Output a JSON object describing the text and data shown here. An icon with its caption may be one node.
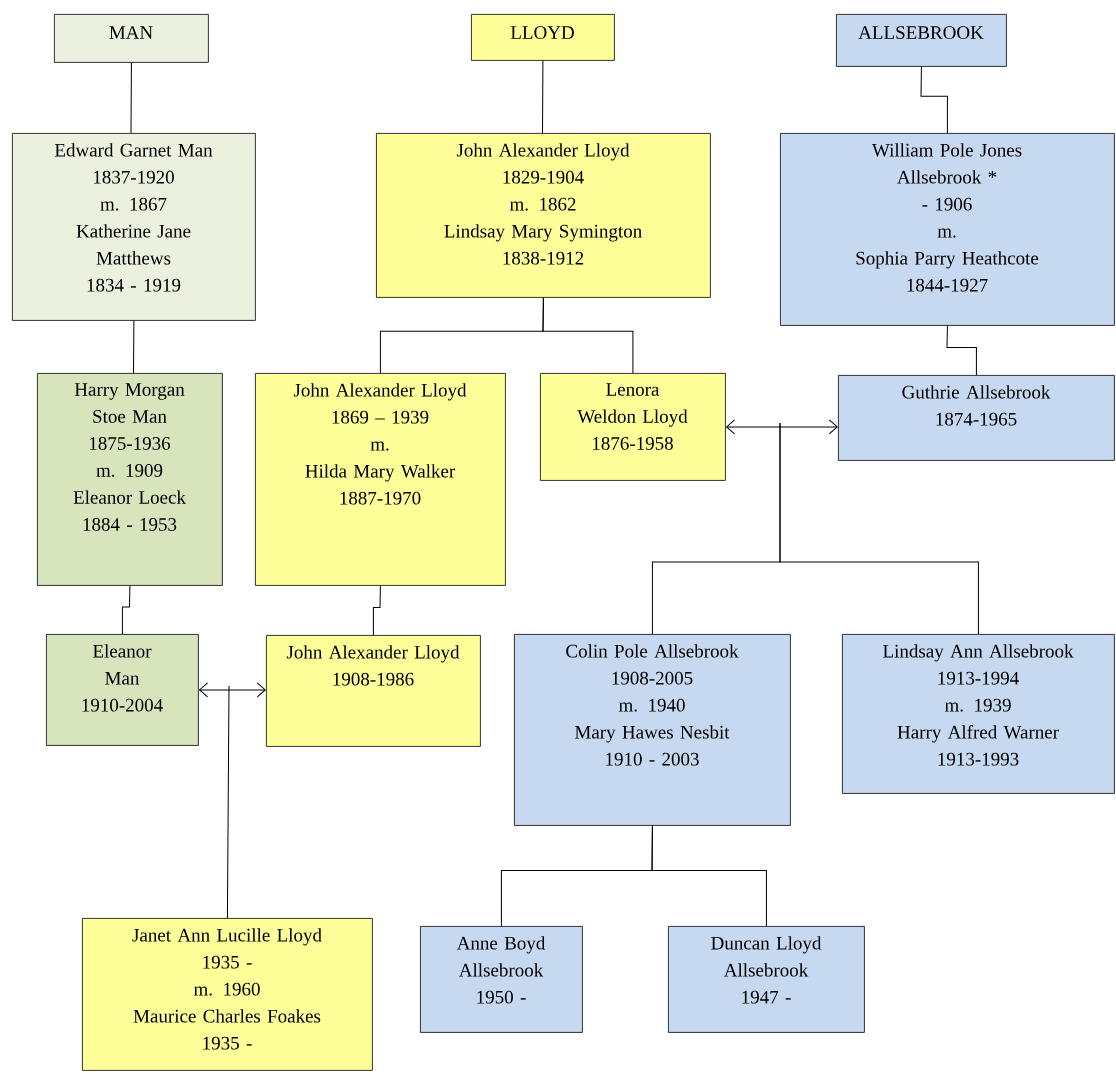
{
  "diagram": {
    "nodes": [
      {
        "text": [
          "MAN"
        ]
      },
      {
        "text": [
          "LLOYD"
        ]
      },
      {
        "text": [
          "ALLSEBROOK"
        ]
      },
      {
        "text": [
          "Edward Garnet Man",
          "1837-1920",
          "m. 1867",
          "Katherine Jane Matthews",
          "1834 - 1919"
        ]
      },
      {
        "text": [
          "John Alexander Lloyd",
          "1829-1904",
          "m. 1862",
          "Lindsay Mary Symington",
          "1838-1912"
        ]
      },
      {
        "text": [
          "William Pole Jones Allsebrook *",
          "- 1906",
          "m.",
          "Sophia Parry Heathcote",
          "1844-1927"
        ]
      },
      {
        "text": [
          "Harry Morgan Stoe Man",
          "1875-1936",
          "m. 1909",
          "Eleanor Loeck",
          "1884 - 1953"
        ]
      },
      {
        "text": [
          "John Alexander Lloyd",
          "1869 – 1939",
          "m.",
          "Hilda Mary Walker",
          "1887-1970"
        ]
      },
      {
        "text": [
          "Lenora Weldon Lloyd",
          "1876-1958"
        ]
      },
      {
        "text": [
          "Guthrie Allsebrook",
          "1874-1965"
        ]
      },
      {
        "text": [
          "Eleanor Man",
          "1910-2004"
        ]
      },
      {
        "text": [
          "John Alexander Lloyd",
          "1908-1986"
        ]
      },
      {
        "text": [
          "Colin Pole Allsebrook",
          "1908-2005",
          "m. 1940",
          "Mary Hawes Nesbit",
          "1910 - 2003"
        ]
      },
      {
        "text": [
          "Lindsay Ann Allsebrook",
          "1913-1994",
          "m. 1939",
          "Harry Alfred Warner",
          "1913-1993"
        ]
      },
      {
        "text": [
          "Janet Ann Lucille Lloyd",
          "1935 -",
          "m. 1960",
          "Maurice Charles Foakes",
          "1935 -"
        ]
      },
      {
        "text": [
          "Anne Boyd Allsebrook",
          "1950 -"
        ]
      },
      {
        "text": [
          "Duncan Lloyd Allsebrook",
          "1947 -"
        ]
      }
    ],
    "edges": [
      {
        "from": 0,
        "to": 3,
        "arrow": "none"
      },
      {
        "from": 1,
        "to": 4,
        "arrow": "none"
      },
      {
        "from": 2,
        "to": 5,
        "arrow": "none"
      },
      {
        "from": 3,
        "to": 6,
        "arrow": "none"
      },
      {
        "from": 4,
        "to": 7,
        "arrow": "none"
      },
      {
        "from": 4,
        "to": 8,
        "arrow": "none"
      },
      {
        "from": 5,
        "to": 9,
        "arrow": "none"
      },
      {
        "from": 6,
        "to": 10,
        "arrow": "none"
      },
      {
        "from": 7,
        "to": 11,
        "arrow": "none"
      },
      {
        "from": 8,
        "to": 9,
        "arrow": "both"
      },
      {
        "from": 10,
        "to": 11,
        "arrow": "both"
      },
      {
        "from": null,
        "to": 12,
        "arrow": "none"
      },
      {
        "from": null,
        "to": 13,
        "arrow": "none"
      },
      {
        "from": null,
        "to": 14,
        "arrow": "none"
      },
      {
        "from": 12,
        "to": 15,
        "arrow": "none"
      },
      {
        "from": 12,
        "to": 16,
        "arrow": "none"
      }
    ]
  }
}
